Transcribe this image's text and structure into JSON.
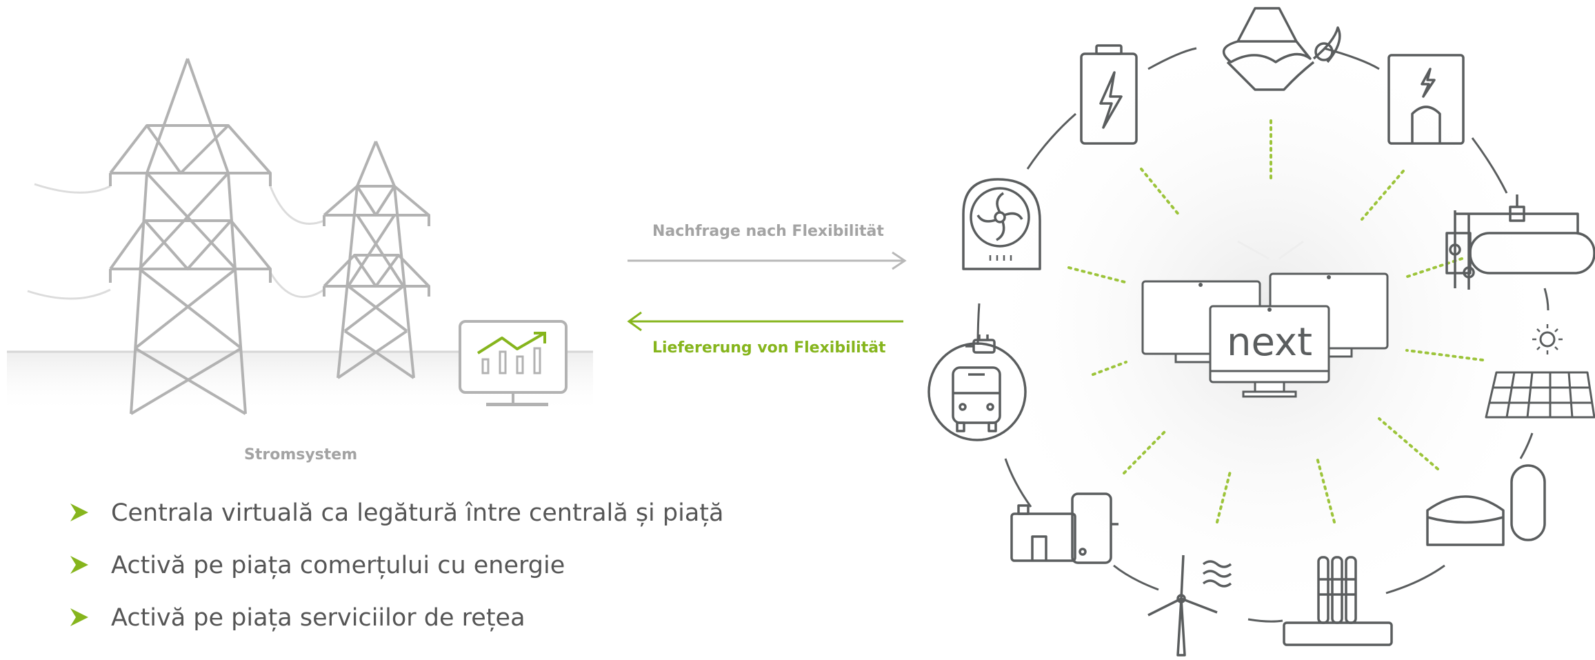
{
  "diagram": {
    "demand_label": "Nachfrage nach Flexibilität",
    "delivery_label": "Liefererung von Flexibilität",
    "grid_label": "Stromsystem",
    "center_logo": "next",
    "accent_color": "#86b51d",
    "line_color": "#b8b8b8",
    "icon_color": "#4a4d4e",
    "assets": [
      "battery-icon",
      "hydro-turbine-icon",
      "electrical-cabinet-icon",
      "industrial-tank-icon",
      "solar-panel-icon",
      "biogas-plant-icon",
      "power-plant-chimneys-icon",
      "wind-turbine-icon",
      "chp-unit-icon",
      "electric-bus-icon",
      "heat-pump-fan-icon"
    ]
  },
  "bullets": [
    "Centrala virtuală ca legătură între centrală și piață",
    "Activă pe piața comerțului cu energie",
    "Activă pe piața serviciilor de rețea"
  ]
}
